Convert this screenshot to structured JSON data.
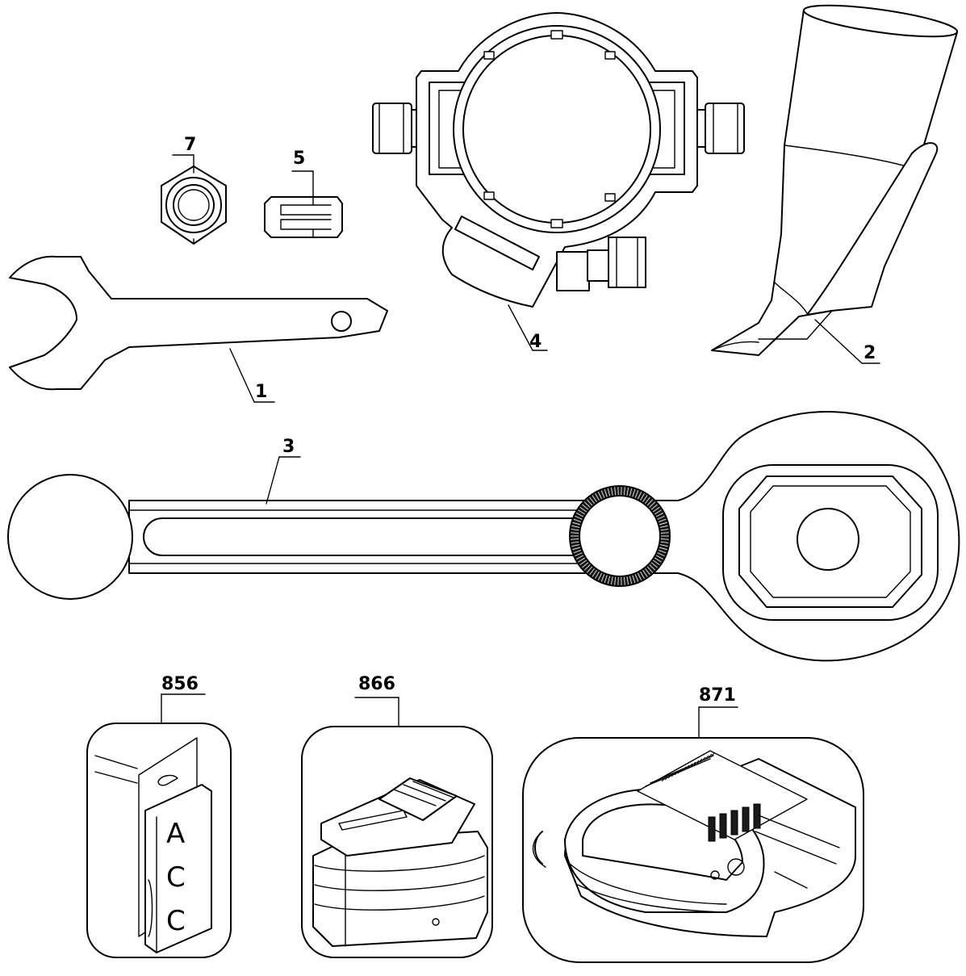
{
  "diagram": {
    "callouts": [
      {
        "id": "wrench",
        "label": "1"
      },
      {
        "id": "dust-nozzle",
        "label": "2"
      },
      {
        "id": "guide-arm",
        "label": "3"
      },
      {
        "id": "base-adapter",
        "label": "4"
      },
      {
        "id": "collet",
        "label": "5"
      },
      {
        "id": "collet-nut",
        "label": "7"
      },
      {
        "id": "label-sheet",
        "label": "856"
      },
      {
        "id": "battery-pack",
        "label": "866"
      },
      {
        "id": "charger",
        "label": "871"
      }
    ],
    "label_sheet_letters": [
      "A",
      "C",
      "C"
    ]
  }
}
